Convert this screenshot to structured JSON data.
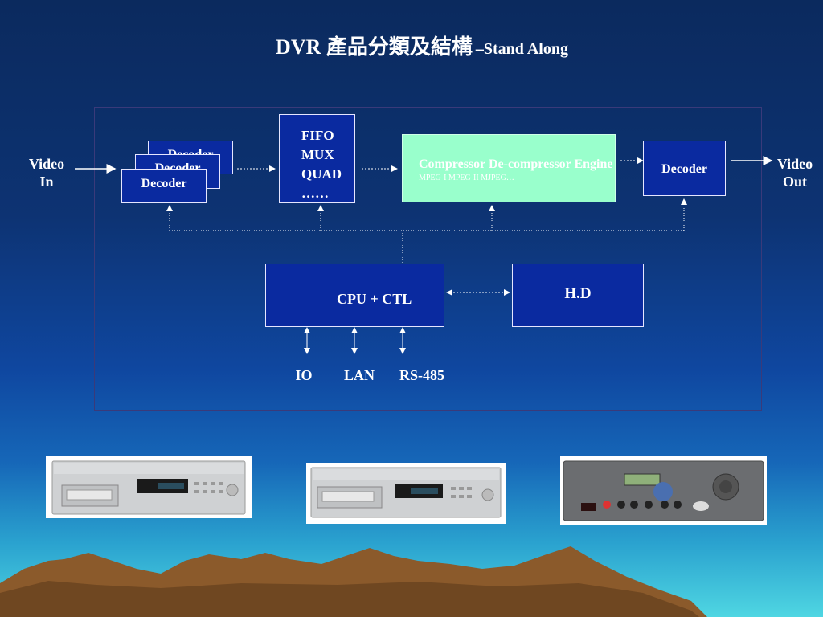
{
  "title": {
    "main": "DVR 產品分類及結構",
    "sub": "–Stand Along"
  },
  "diagram": {
    "video_in": [
      "Video",
      "In"
    ],
    "video_out": [
      "Video",
      "Out"
    ],
    "decoder_stack": [
      "Decoder",
      "Decoder",
      "Decoder"
    ],
    "fifo_lines": [
      "FIFO",
      "MUX",
      "QUAD",
      "……"
    ],
    "compressor_title": "Compressor De-compressor Engine",
    "compressor_formats": "MPEG-I MPEG-II MJPEG…",
    "decoder_out": "Decoder",
    "cpu": "CPU + CTL",
    "hd": "H.D",
    "ports": [
      "IO",
      "LAN",
      "RS-485"
    ]
  },
  "colors": {
    "box_fill": "#0a2aa0",
    "compressor_fill": "#99ffcc",
    "mountain": "#8b5a2b"
  }
}
